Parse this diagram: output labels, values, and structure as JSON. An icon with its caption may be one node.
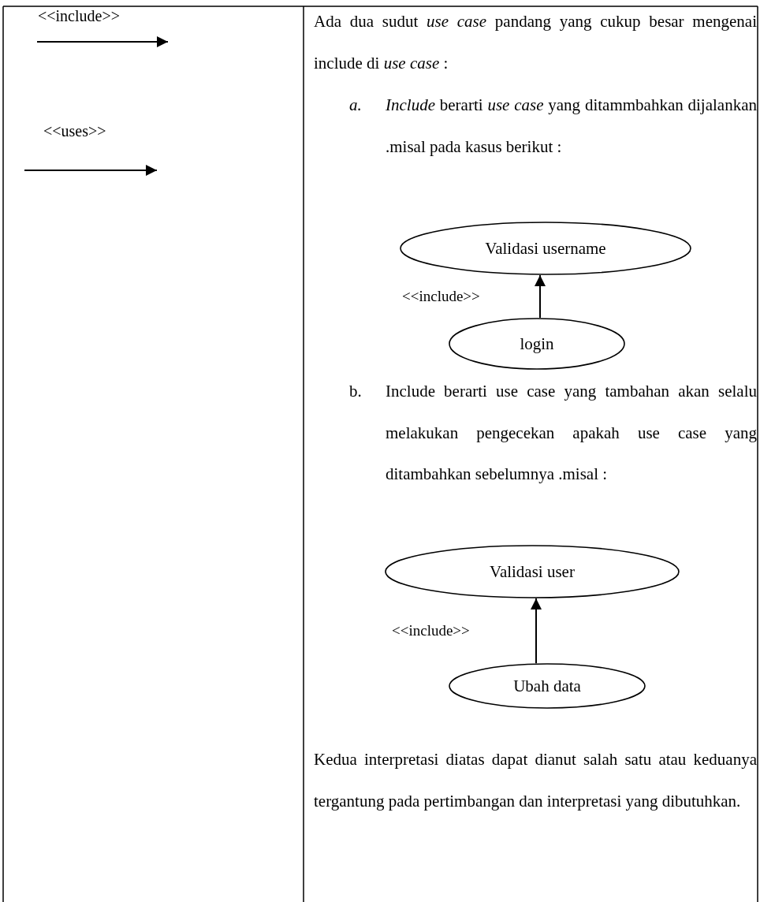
{
  "diagram": {
    "nodes": [
      {
        "text": [
          "Validasi username"
        ]
      },
      {
        "text": [
          "login"
        ]
      },
      {
        "text": [
          "Validasi user"
        ]
      },
      {
        "text": [
          "Ubah data"
        ]
      }
    ],
    "edges": [
      {
        "from": 1,
        "to": 0,
        "arrow": "to",
        "label": "<<include>>"
      },
      {
        "from": 3,
        "to": 2,
        "arrow": "to",
        "label": "<<include>>"
      }
    ],
    "labels": [
      "<<include>>",
      "<<uses>>",
      "Ada dua sudut *use case* pandang yang cukup besar mengenai include di *use case* :",
      "a.",
      "*Include* berarti *use case* yang ditammbahkan dijalankan .misal pada kasus berikut :",
      "b.",
      "Include berarti use case yang tambahan akan selalu melakukan pengecekan apakah use case yang ditambahkan sebelumnya .misal :",
      "Kedua interpretasi diatas dapat dianut salah satu atau keduanya tergantung pada pertimbangan dan interpretasi yang dibutuhkan."
    ]
  }
}
